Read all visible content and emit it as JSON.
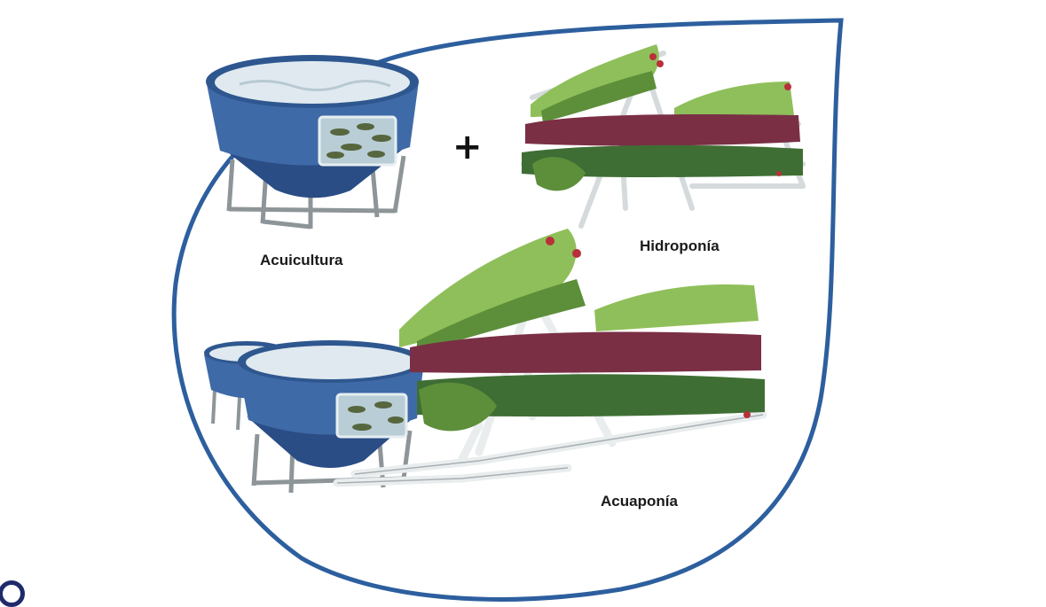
{
  "labels": {
    "aquaculture": "Acuicultura",
    "hydroponics": "Hidroponía",
    "aquaponics": "Acuaponía",
    "plus": "+"
  },
  "colors": {
    "outline": "#2d5f9e",
    "tank_body": "#3f6aa8",
    "tank_dark": "#2a4d85",
    "water": "#dfe9ef",
    "pipe": "#e9edee",
    "pipe_edge": "#a7b0b4",
    "leaf_green": "#5d8f3a",
    "leaf_light": "#8fbf5a",
    "leaf_purple": "#7a2f45",
    "leaf_dark": "#3f6e34"
  },
  "icons": [
    "fish-tank-icon",
    "hydroponic-rack-icon",
    "aquaponic-system-icon",
    "plus-icon"
  ]
}
